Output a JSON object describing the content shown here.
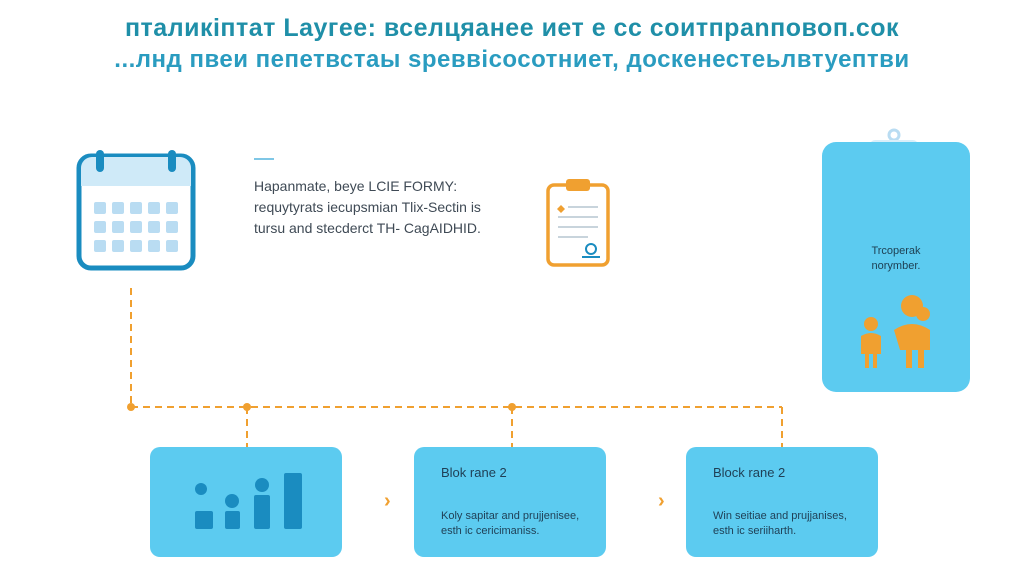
{
  "header": {
    "line1": "пталикiптат Layгее: вселцяанее иет е сс соитпрanповоп.сок",
    "line2": "...лнд пвеи пепетвстаы sреввiсосотниет, доскенестеьлвтуептви"
  },
  "intro": {
    "line1": "Hapanmate, beye LCIE FORMY:",
    "line2": "requytyrats iecupsmian Tlix-Sectin is",
    "line3": "tursu and stecderct TH- CagAIDHID."
  },
  "phone": {
    "line1": "Trcoperak",
    "line2": "norymber."
  },
  "blocks": [
    {
      "title": "",
      "line1": "",
      "line2": ""
    },
    {
      "title": "Blok rane 2",
      "line1": "Koly sapitar and prujjenisee,",
      "line2": "esth ic cericimaniss."
    },
    {
      "title": "Block rane 2",
      "line1": "Win seitiae and prujjanises,",
      "line2": "esth ic seriiharth."
    }
  ],
  "arrows": {
    "symbol": "›"
  },
  "colors": {
    "title": "#1f8fa8",
    "panel": "#5ccbf0",
    "accent": "#f0a030",
    "icon_dark": "#1a8cc0"
  },
  "icons": {
    "calendar": "calendar-icon",
    "clipboard": "clipboard-icon",
    "bar_chart": "bar-chart-icon",
    "people": "people-icon"
  }
}
